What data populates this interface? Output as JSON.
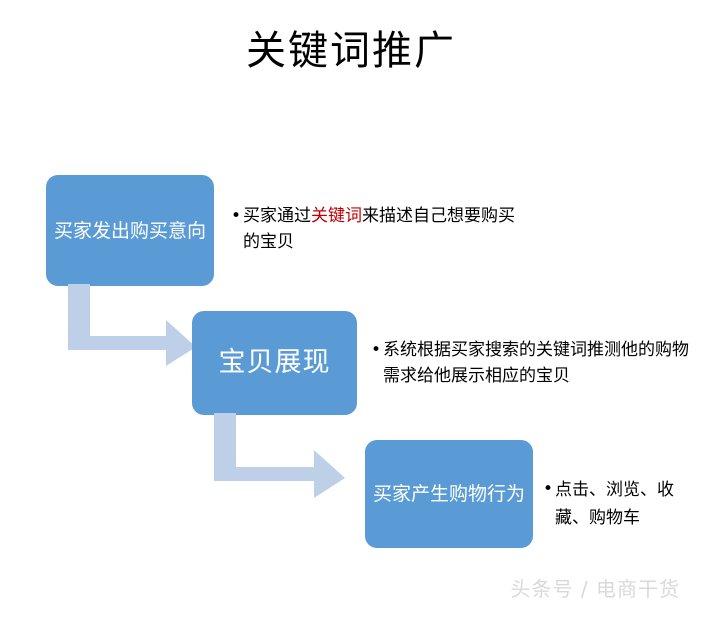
{
  "slide": {
    "title": "关键词推广",
    "background_color": "#ffffff"
  },
  "colors": {
    "box_fill": "#5b9bd5",
    "arrow_fill": "#bdd0e8",
    "box_text": "#ffffff",
    "body_text": "#000000",
    "highlight_red": "#c00000",
    "watermark": "#d9d9d9"
  },
  "flow": {
    "steps": [
      {
        "id": "step-1",
        "box_label": "买家发出购买意向",
        "bullet": {
          "marker": "bullet-dot",
          "text_before": "买家通过",
          "highlight": "关键词",
          "text_after": "来描述自己想要购买的宝贝"
        }
      },
      {
        "id": "step-2",
        "box_label": "宝贝展现",
        "bullet": {
          "marker": "bullet-dot",
          "text": "系统根据买家搜索的关键词推测他的购物需求给他展示相应的宝贝"
        }
      },
      {
        "id": "step-3",
        "box_label": "买家产生购物行为",
        "bullet": {
          "marker": "bullet-dot",
          "text": "点击、浏览、收藏、购物车"
        }
      }
    ],
    "connectors": [
      {
        "id": "arrow-1",
        "shape": "elbow-arrow-down-right",
        "from": "step-1",
        "to": "step-2"
      },
      {
        "id": "arrow-2",
        "shape": "elbow-arrow-down-right",
        "from": "step-2",
        "to": "step-3"
      }
    ]
  },
  "footer": {
    "watermark": "头条号 / 电商干货"
  }
}
